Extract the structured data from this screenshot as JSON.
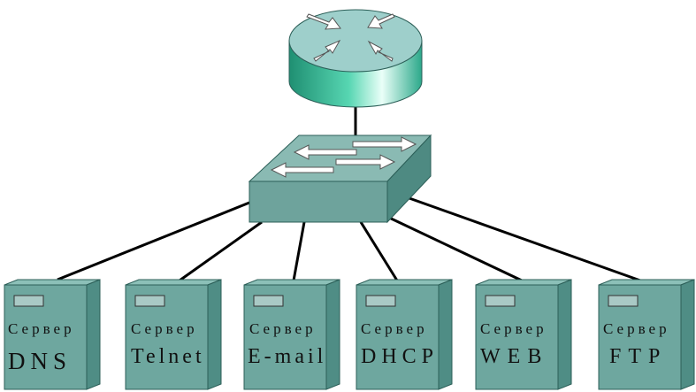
{
  "servers": [
    {
      "kind": "Сервер",
      "name": "DNS"
    },
    {
      "kind": "Сервер",
      "name": "Telnet"
    },
    {
      "kind": "Сервер",
      "name": "E-mail"
    },
    {
      "kind": "Сервер",
      "name": "DHCP"
    },
    {
      "kind": "Сервер",
      "name": "WEB"
    },
    {
      "kind": "Сервер",
      "name": "FTP"
    }
  ],
  "colors": {
    "router_top": "#9ecfcb",
    "router_side": "#2ba88a",
    "switch_front": "#6ea39c",
    "switch_top": "#8abab3",
    "switch_side": "#4e8a82",
    "server_front": "#6ea79f",
    "server_side": "#4f8d85",
    "server_top": "#8cc0b8",
    "slot": "#a9c9c5",
    "link": "#000000"
  }
}
